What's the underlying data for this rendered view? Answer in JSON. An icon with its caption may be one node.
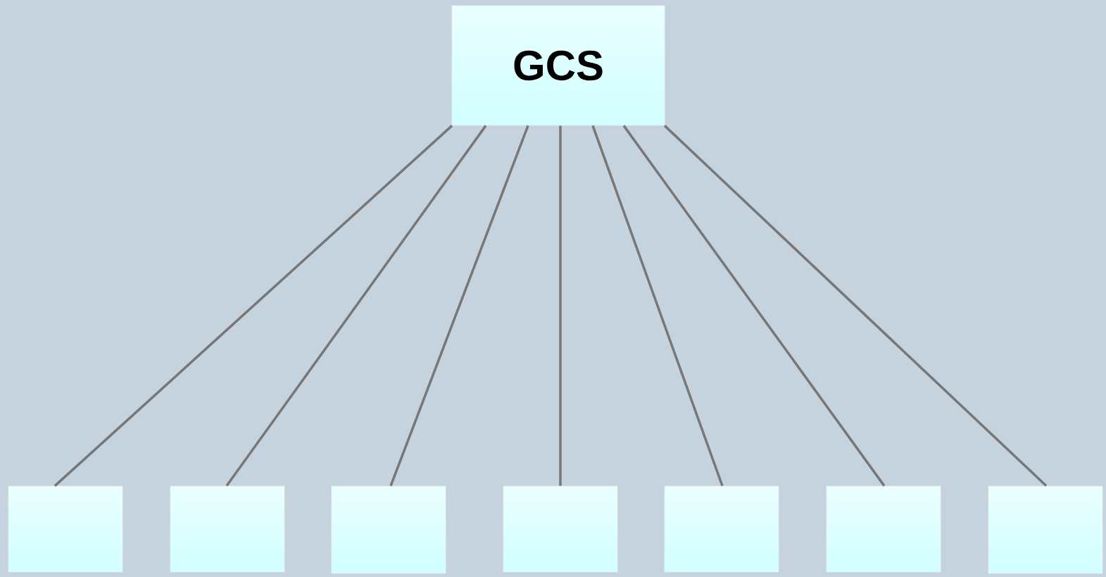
{
  "diagram": {
    "nodes": [
      {
        "text": [
          "GCS"
        ]
      },
      {
        "text": [],
        "shape": "box"
      },
      {
        "text": [],
        "shape": "box"
      },
      {
        "text": [],
        "shape": "box"
      },
      {
        "text": [],
        "shape": "box"
      },
      {
        "text": [],
        "shape": "box"
      },
      {
        "text": [],
        "shape": "box"
      },
      {
        "text": [],
        "shape": "box"
      }
    ],
    "edges": [
      {
        "from": 0,
        "to": 1,
        "arrow": "none"
      },
      {
        "from": 0,
        "to": 2,
        "arrow": "none"
      },
      {
        "from": 0,
        "to": 3,
        "arrow": "none"
      },
      {
        "from": 0,
        "to": 4,
        "arrow": "none"
      },
      {
        "from": 0,
        "to": 5,
        "arrow": "none"
      },
      {
        "from": 0,
        "to": 6,
        "arrow": "none"
      },
      {
        "from": 0,
        "to": 7,
        "arrow": "none"
      }
    ]
  }
}
